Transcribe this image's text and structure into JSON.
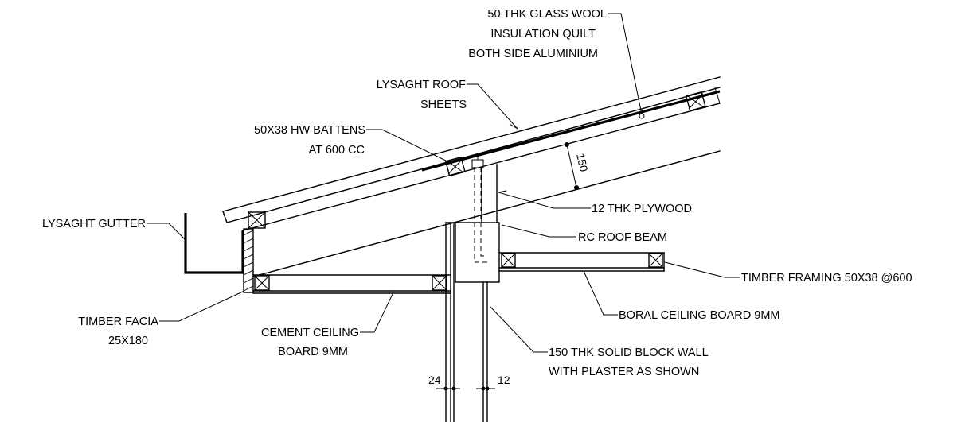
{
  "labels": {
    "glass_wool": [
      "50 THK GLASS WOOL",
      "INSULATION QUILT",
      "BOTH SIDE ALUMINIUM"
    ],
    "roof_sheets": [
      "LYSAGHT ROOF",
      "SHEETS"
    ],
    "battens": [
      "50X38 HW BATTENS",
      "AT 600 CC"
    ],
    "gutter": [
      "LYSAGHT GUTTER"
    ],
    "plywood": [
      "12 THK PLYWOOD"
    ],
    "rc_beam": [
      "RC ROOF BEAM"
    ],
    "timber_framing": [
      "TIMBER FRAMING 50X38 @600"
    ],
    "boral_board": [
      "BORAL CEILING BOARD 9MM"
    ],
    "timber_facia": [
      "TIMBER FACIA",
      "25X180"
    ],
    "cement_board": [
      "CEMENT CEILING",
      "BOARD 9MM"
    ],
    "block_wall": [
      "150 THK SOLID BLOCK WALL",
      "WITH PLASTER AS SHOWN"
    ]
  },
  "dimensions": {
    "roof_depth": "150",
    "plaster_left": "24",
    "plaster_right": "12"
  }
}
